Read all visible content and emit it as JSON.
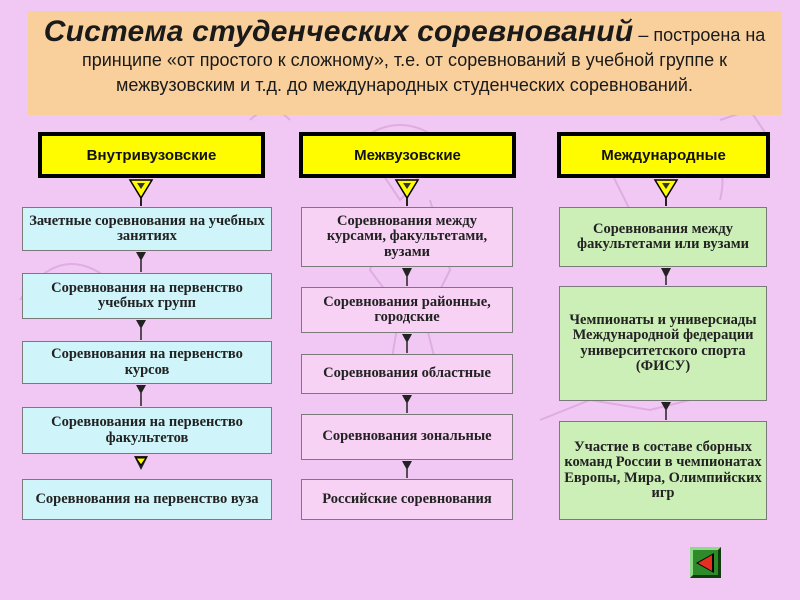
{
  "header": {
    "title": "Система студенческих соревнований",
    "subtitle_inline": " – построена на",
    "subtitle_line2": "принципе «от простого к сложному», т.е. от соревнований в учебной группе к",
    "subtitle_line3": "межвузовским и т.д.  до международных студенческих соревнований."
  },
  "columns": [
    {
      "category": "Внутривузовские",
      "boxes": [
        "Зачетные соревнования на учебных занятиях",
        "Соревнования на первенство учебных групп",
        "Соревнования на первенство курсов",
        "Соревнования на первенство факультетов",
        "Соревнования на первенство вуза"
      ]
    },
    {
      "category": "Межвузовские",
      "boxes": [
        "Соревнования  между курсами, факультетами, вузами",
        "Соревнования районные, городские",
        "Соревнования областные",
        "Соревнования зональные",
        "Российские соревнования"
      ]
    },
    {
      "category": "Международные",
      "boxes": [
        "Соревнования между факультетами или вузами",
        "Чемпионаты и универсиады Международной федерации университетского спорта (ФИСУ)",
        "Участие в составе сборных команд России в чемпионатах Европы, Мира, Олимпийских игр"
      ]
    }
  ],
  "nav": {
    "back_icon": "back-arrow-icon"
  },
  "colors": {
    "background": "#f0c8f3",
    "header_bg": "#f9cf9b",
    "category_bg": "#fffc00",
    "col1_bg": "#cff5fa",
    "col2_bg": "#f7d2f4",
    "col3_bg": "#ccefb8",
    "back_button": "#2f8a2a"
  }
}
